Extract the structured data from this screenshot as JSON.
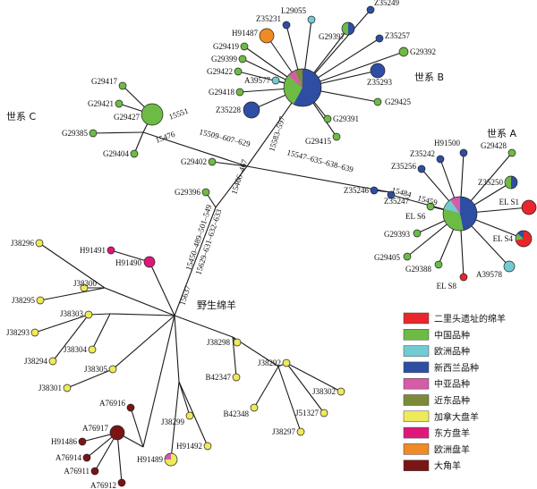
{
  "colors": {
    "erlitou": "#e8262b",
    "china": "#6dbb45",
    "europe": "#72cbd3",
    "newzealand": "#2e4ea3",
    "centralasia": "#d55ca6",
    "neareast": "#7d8a3a",
    "canada": "#eeea5a",
    "eastbighorn": "#e0177a",
    "eurobighorn": "#f08a24",
    "bighorn": "#7a1515",
    "junction": "#ffffff"
  },
  "lineages": {
    "a": "世系 A",
    "b": "世系 B",
    "c": "世系 C",
    "wild": "野生绵羊"
  },
  "legend": [
    {
      "key": "erlitou",
      "label": "二里头遗址的绵羊"
    },
    {
      "key": "china",
      "label": "中国品种"
    },
    {
      "key": "europe",
      "label": "欧洲品种"
    },
    {
      "key": "newzealand",
      "label": "新西兰品种"
    },
    {
      "key": "centralasia",
      "label": "中亚品种"
    },
    {
      "key": "neareast",
      "label": "近东品种"
    },
    {
      "key": "canada",
      "label": "加拿大盘羊"
    },
    {
      "key": "eastbighorn",
      "label": "东方盘羊"
    },
    {
      "key": "eurobighorn",
      "label": "欧洲盘羊"
    },
    {
      "key": "bighorn",
      "label": "大角羊"
    }
  ],
  "edge_labels": [
    {
      "id": "e15551",
      "text": "15551"
    },
    {
      "id": "e15476",
      "text": "15476"
    },
    {
      "id": "e15509",
      "text": "15509–607–629"
    },
    {
      "id": "e15583",
      "text": "15583–597"
    },
    {
      "id": "e15547",
      "text": "15547–635–638–639"
    },
    {
      "id": "e15484",
      "text": "15484"
    },
    {
      "id": "e15459",
      "text": "15459"
    },
    {
      "id": "e15466",
      "text": "15466–467"
    },
    {
      "id": "e15450",
      "text": "15450–489–501–549"
    },
    {
      "id": "e15629",
      "text": "15629–631–632–633"
    },
    {
      "id": "e15637",
      "text": "15637"
    }
  ],
  "nodes": {
    "hubB": {
      "label": ""
    },
    "L29055": {
      "label": "L29055"
    },
    "Z35249": {
      "label": "Z35249"
    },
    "Z35231": {
      "label": "Z35231"
    },
    "H91487": {
      "label": "H91487"
    },
    "G29397": {
      "label": "G29397"
    },
    "Z35257": {
      "label": "Z35257"
    },
    "G29419": {
      "label": "G29419"
    },
    "G29392": {
      "label": "G29392"
    },
    "G29399": {
      "label": "G29399"
    },
    "G29422": {
      "label": "G29422"
    },
    "Z35293": {
      "label": "Z35293"
    },
    "A39577": {
      "label": "A39577"
    },
    "G29418": {
      "label": "G29418"
    },
    "G29425": {
      "label": "G29425"
    },
    "Z35228": {
      "label": "Z35228"
    },
    "G29391": {
      "label": "G29391"
    },
    "G29415": {
      "label": "G29415"
    },
    "G29417": {
      "label": "G29417"
    },
    "G29421": {
      "label": "G29421"
    },
    "G29427": {
      "label": "G29427"
    },
    "G29385": {
      "label": "G29385"
    },
    "G29404": {
      "label": "G29404"
    },
    "G29402": {
      "label": "G29402"
    },
    "G29396": {
      "label": "G29396"
    },
    "hubA": {
      "label": ""
    },
    "H91500": {
      "label": "H91500"
    },
    "Z35242": {
      "label": "Z35242"
    },
    "G29428": {
      "label": "G29428"
    },
    "Z35256": {
      "label": "Z35256"
    },
    "Z35250": {
      "label": "Z35250"
    },
    "Z35246": {
      "label": "Z35246"
    },
    "Z35247": {
      "label": "Z35247"
    },
    "ELS6": {
      "label": "EL S6"
    },
    "ELS1": {
      "label": "EL S1"
    },
    "G29393": {
      "label": "G29393"
    },
    "ELS4": {
      "label": "EL S4"
    },
    "G29405": {
      "label": "G29405"
    },
    "G29388": {
      "label": "G29388"
    },
    "A39578": {
      "label": "A39578"
    },
    "ELS8": {
      "label": "EL S8"
    },
    "H91491": {
      "label": "H91491"
    },
    "H91490": {
      "label": "H91490"
    },
    "J38296": {
      "label": "J38296"
    },
    "J38300": {
      "label": "J38300"
    },
    "J38295": {
      "label": "J38295"
    },
    "J38303": {
      "label": "J38303"
    },
    "J38293": {
      "label": "J38293"
    },
    "J38304": {
      "label": "J38304"
    },
    "J38294": {
      "label": "J38294"
    },
    "J38305": {
      "label": "J38305"
    },
    "J38301": {
      "label": "J38301"
    },
    "J38298": {
      "label": "J38298"
    },
    "B42347": {
      "label": "B42347"
    },
    "J38292": {
      "label": "J38292"
    },
    "B42348": {
      "label": "B42348"
    },
    "J38302": {
      "label": "J38302"
    },
    "J51327": {
      "label": "J51327"
    },
    "J38299": {
      "label": "J38299"
    },
    "J38297": {
      "label": "J38297"
    },
    "A76916": {
      "label": "A76916"
    },
    "A76917": {
      "label": "A76917"
    },
    "H91486": {
      "label": "H91486"
    },
    "A76914": {
      "label": "A76914"
    },
    "A76911": {
      "label": "A76911"
    },
    "A76912": {
      "label": "A76912"
    },
    "H91489": {
      "label": "H91489"
    },
    "H91492": {
      "label": "H91492"
    }
  }
}
